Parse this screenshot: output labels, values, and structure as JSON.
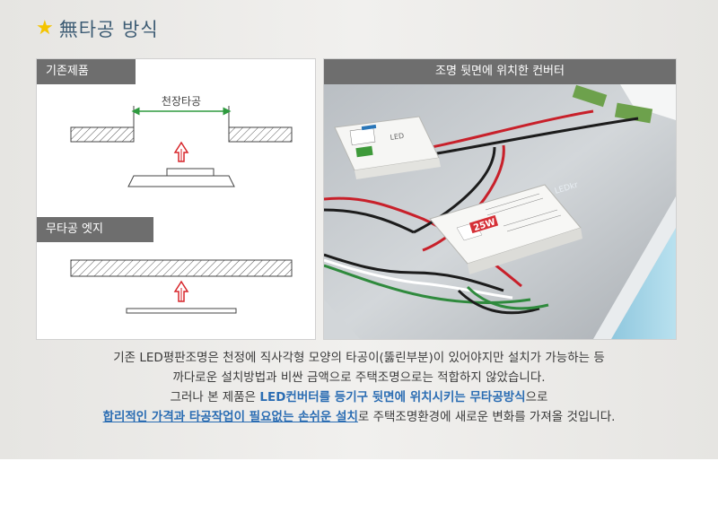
{
  "heading": {
    "icon": "star-icon",
    "title": "無타공 방식"
  },
  "left_panel": {
    "tag_existing": "기존제품",
    "dimension_label": "천장타공",
    "tag_edge": "무타공 엣지"
  },
  "right_panel": {
    "tag": "조명 뒷면에 위치한 컨버터",
    "converter_small_label": "LED",
    "converter_large_label": "25W",
    "watermark": "LEDkr"
  },
  "caption": {
    "line1": "기존 LED평판조명은 천정에 직사각형 모양의 타공이(뚫린부분)이 있어야지만 설치가 가능하는 등",
    "line2": "까다로운 설치방법과 비싼 금액으로 주택조명으로는 적합하지 않았습니다.",
    "line3_a": "그러나 본 제품은 ",
    "line3_hl": "LED컨버터를 등기구 뒷면에 위치시키는 무타공방식",
    "line3_b": "으로",
    "line4_hl": "합리적인 가격과 타공작업이 필요없는 손쉬운 설치",
    "line4_b": "로 주택조명환경에 새로운 변화를 가져올 것입니다."
  },
  "colors": {
    "accent": "#2b6db3",
    "tag_bg": "#6e6e6e",
    "star": "#f4c400",
    "dimension": "#2e9a3e",
    "arrow": "#d7262b"
  }
}
